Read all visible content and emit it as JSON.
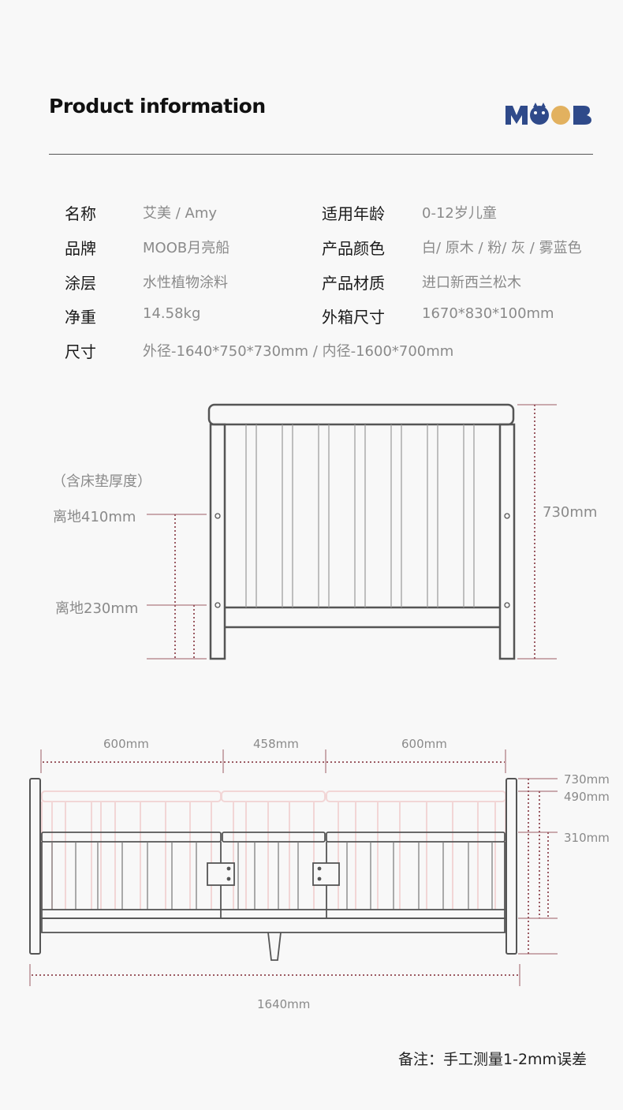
{
  "header": {
    "title": "Product information",
    "logo_text": "MOOB"
  },
  "specs": {
    "left": [
      {
        "label": "名称",
        "value": "艾美 / Amy"
      },
      {
        "label": "品牌",
        "value": "MOOB月亮船"
      },
      {
        "label": "涂层",
        "value": "水性植物涂料"
      },
      {
        "label": "净重",
        "value": "14.58kg"
      }
    ],
    "right": [
      {
        "label": "适用年龄",
        "value": "0-12岁儿童"
      },
      {
        "label": "产品颜色",
        "value": "白/ 原木 / 粉/ 灰 / 雾蓝色"
      },
      {
        "label": "产品材质",
        "value": "进口新西兰松木"
      },
      {
        "label": "外箱尺寸",
        "value": "1670*830*100mm"
      }
    ],
    "size": {
      "label": "尺寸",
      "value": "外径-1640*750*730mm / 内径-1600*700mm"
    }
  },
  "front_view": {
    "note": "（含床垫厚度）",
    "height_410": "离地410mm",
    "height_230": "离地230mm",
    "total_height": "730mm"
  },
  "side_view": {
    "width_left": "600mm",
    "width_middle": "458mm",
    "width_right": "600mm",
    "height_730": "730mm",
    "height_490": "490mm",
    "height_310": "310mm",
    "total_length": "1640mm"
  },
  "footer": {
    "note": "备注：手工测量1-2mm误差"
  },
  "colors": {
    "frame": "#555555",
    "ghost": "#f2d6d6",
    "dim_dotted": "#9b5b63",
    "logo_blue": "#2f4a8a",
    "logo_gold": "#e2b15f"
  }
}
